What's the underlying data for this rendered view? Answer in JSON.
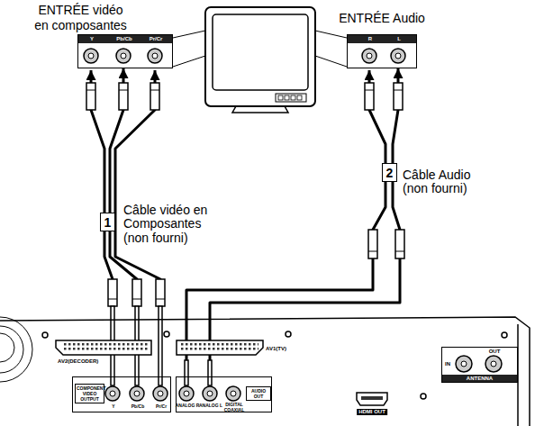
{
  "diagram": {
    "nodes": [
      {
        "text": [
          "ENTRÉE vidéo en composantes",
          "Y",
          "Pb/Cb",
          "Pr/Cr"
        ]
      },
      {
        "text": [
          "ENTRÉE Audio",
          "R",
          "L"
        ]
      },
      {
        "text": [
          "AV2(DECODER)",
          "AV1(TV)",
          "HDMI OUT"
        ]
      },
      {
        "text": [
          "COMPONENT VIDEO OUTPUT",
          "Y",
          "Pb/Cb",
          "Pr/Cr"
        ],
        "in": 2
      },
      {
        "text": [
          "ANALOG R",
          "ANALOG L",
          "DIGITAL COAXIAL",
          "AUDIO OUT"
        ],
        "in": 2
      },
      {
        "text": [
          "IN",
          "OUT",
          "ANTENNA"
        ],
        "in": 2
      }
    ],
    "edges": [
      {
        "from": 3,
        "to": 0,
        "arrow": "to",
        "label": "Câble vidéo en Composantes (non fourni)"
      },
      {
        "from": 4,
        "to": 1,
        "arrow": "to",
        "label": "Câble Audio (non fourni)"
      }
    ],
    "labels": [
      "1",
      "2"
    ]
  }
}
